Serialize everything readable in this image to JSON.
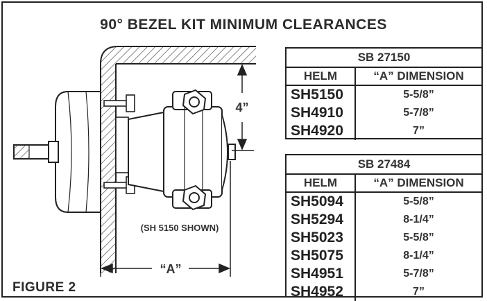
{
  "title": "90° BEZEL KIT MINIMUM CLEARANCES",
  "figure_label": "FIGURE 2",
  "drawing": {
    "shown_label": "(SH 5150 SHOWN)",
    "dim_vertical": "4”",
    "dim_horizontal": "“A”"
  },
  "tables": [
    {
      "title": "SB 27150",
      "col_helm": "HELM",
      "col_dim": "“A” DIMENSION",
      "rows": [
        {
          "helm": "SH5150",
          "dim": "5-5/8”"
        },
        {
          "helm": "SH4910",
          "dim": "5-7/8”"
        },
        {
          "helm": "SH4920",
          "dim": "7”"
        }
      ]
    },
    {
      "title": "SB 27484",
      "col_helm": "HELM",
      "col_dim": "“A” DIMENSION",
      "rows": [
        {
          "helm": "SH5094",
          "dim": "5-5/8”"
        },
        {
          "helm": "SH5294",
          "dim": "8-1/4”"
        },
        {
          "helm": "SH5023",
          "dim": "5-5/8”"
        },
        {
          "helm": "SH5075",
          "dim": "8-1/4”"
        },
        {
          "helm": "SH4951",
          "dim": "5-7/8”"
        },
        {
          "helm": "SH4952",
          "dim": "7”"
        }
      ]
    }
  ]
}
